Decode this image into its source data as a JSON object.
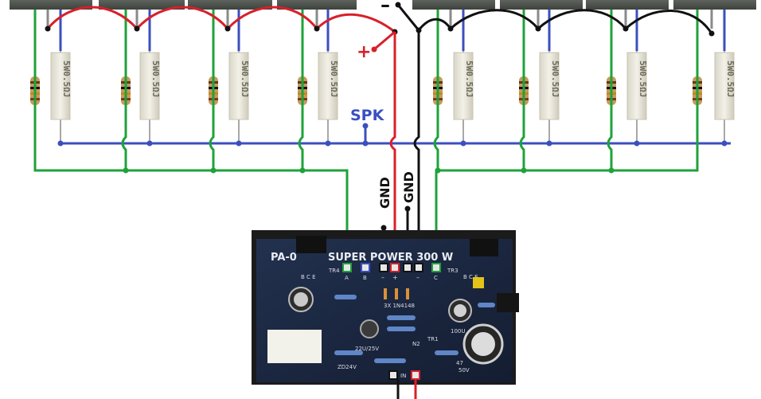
{
  "labels": {
    "minus": "–",
    "plus": "+",
    "spk": "SPK",
    "gnd_left": "GND",
    "gnd_right": "GND"
  },
  "resistor_label": "5W0.5ΩJ",
  "board": {
    "title_left": "PA-0",
    "title_main": "SUPER POWER 300 W",
    "tr4": "TR4",
    "tr3": "TR3",
    "tr1": "TR1",
    "bce_left": "B C E",
    "bce_right": "B C E",
    "pin_a": "A",
    "pin_b": "B",
    "pin_c": "C",
    "pin_minus_1": "–",
    "pin_plus": "+",
    "pin_minus_2": "–",
    "diodes": "3X 1N4148",
    "cap_left": "22U/25V",
    "zener": "ZD24V",
    "cap_right": "100U",
    "cap_right_v": "50V",
    "cap_big": "47",
    "in": "IN",
    "n2": "N2"
  },
  "colors": {
    "red": "#d8202a",
    "blue": "#3b4fbf",
    "green": "#1fa23a",
    "black": "#111111",
    "spk_label": "#3b4fbf",
    "plus_label": "#d8202a",
    "pcb": "#1c2a44"
  }
}
